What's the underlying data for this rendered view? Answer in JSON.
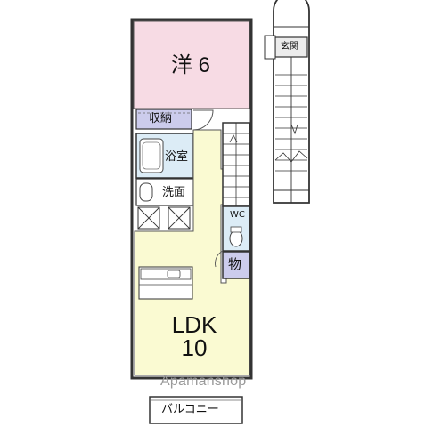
{
  "rooms": {
    "western": "洋 6",
    "storage": "収納",
    "bath": "浴室",
    "washroom": "洗面",
    "wc": "WC",
    "closet": "物",
    "ldk_line1": "LDK",
    "ldk_line2": "10",
    "entrance": "玄関",
    "balcony": "バルコニー"
  },
  "watermark": "Apamanshop",
  "colors": {
    "western": "#f7dbe4",
    "storage": "#ccccec",
    "bath": "#dcecf6",
    "ldk": "#fafad2",
    "closet": "#ccccec",
    "entrance": "#ececec",
    "wall": "#333333"
  }
}
